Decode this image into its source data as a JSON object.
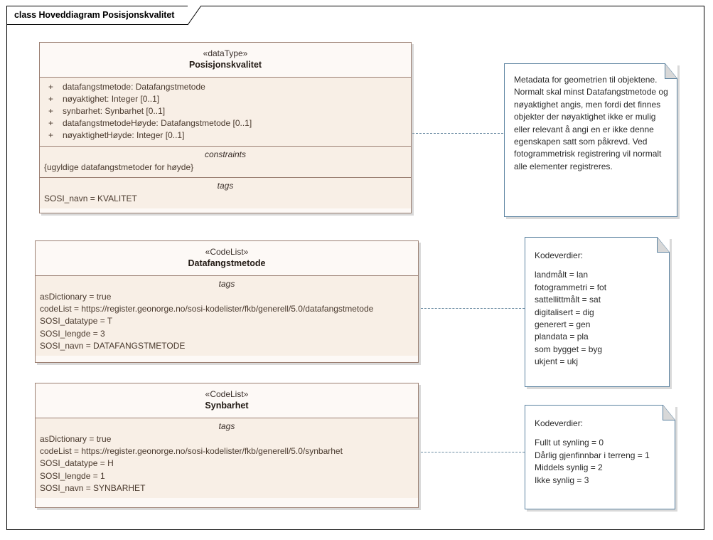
{
  "frame": {
    "title": "class Hoveddiagram Posisjonskvalitet"
  },
  "classes": [
    {
      "id": "posisjonskvalitet",
      "stereotype": "«dataType»",
      "name": "Posisjonskvalitet",
      "attributes": [
        {
          "visibility": "+",
          "text": "datafangstmetode: Datafangstmetode"
        },
        {
          "visibility": "+",
          "text": "nøyaktighet: Integer [0..1]"
        },
        {
          "visibility": "+",
          "text": "synbarhet: Synbarhet [0..1]"
        },
        {
          "visibility": "+",
          "text": "datafangstmetodeHøyde: Datafangstmetode [0..1]"
        },
        {
          "visibility": "+",
          "text": "nøyaktighetHøyde: Integer [0..1]"
        }
      ],
      "constraints_title": "constraints",
      "constraints": [
        "{ugyldige datafangstmetoder for høyde}"
      ],
      "tags_title": "tags",
      "tags": [
        "SOSI_navn = KVALITET"
      ]
    },
    {
      "id": "datafangstmetode",
      "stereotype": "«CodeList»",
      "name": "Datafangstmetode",
      "tags_title": "tags",
      "tags": [
        "asDictionary = true",
        "codeList = https://register.geonorge.no/sosi-kodelister/fkb/generell/5.0/datafangstmetode",
        "SOSI_datatype = T",
        "SOSI_lengde = 3",
        "SOSI_navn = DATAFANGSTMETODE"
      ]
    },
    {
      "id": "synbarhet",
      "stereotype": "«CodeList»",
      "name": "Synbarhet",
      "tags_title": "tags",
      "tags": [
        "asDictionary = true",
        "codeList = https://register.geonorge.no/sosi-kodelister/fkb/generell/5.0/synbarhet",
        "SOSI_datatype = H",
        "SOSI_lengde = 1",
        "SOSI_navn = SYNBARHET"
      ]
    }
  ],
  "notes": [
    {
      "id": "note-metadata",
      "lines": [
        "Metadata for geometrien til objektene.",
        "Normalt skal minst Datafangstmetode og",
        "nøyaktighet angis, men fordi det finnes",
        "objekter der nøyaktighet ikke er mulig",
        "eller relevant å angi en er ikke denne",
        "egenskapen satt som påkrevd. Ved",
        "fotogrammetrisk registrering vil normalt",
        "alle elementer registreres."
      ]
    },
    {
      "id": "note-kodeverdier-datafangstmetode",
      "heading": "Kodeverdier:",
      "lines": [
        "landmålt = lan",
        "fotogrammetri = fot",
        "sattellittmålt = sat",
        "digitalisert = dig",
        "generert = gen",
        "plandata = pla",
        "som bygget = byg",
        "ukjent = ukj"
      ]
    },
    {
      "id": "note-kodeverdier-synbarhet",
      "heading": "Kodeverdier:",
      "lines": [
        "Fullt ut synling = 0",
        "Dårlig gjenfinnbar i terreng = 1",
        "Middels synlig = 2",
        "Ikke synlig = 3"
      ]
    }
  ],
  "colors": {
    "class_border": "#9b7f72",
    "class_header_fill": "#fdf9f6",
    "class_body_fill": "#f8efe6",
    "note_border": "#5b82a0",
    "connector": "#6b8ca3",
    "frame_border": "#000000"
  }
}
